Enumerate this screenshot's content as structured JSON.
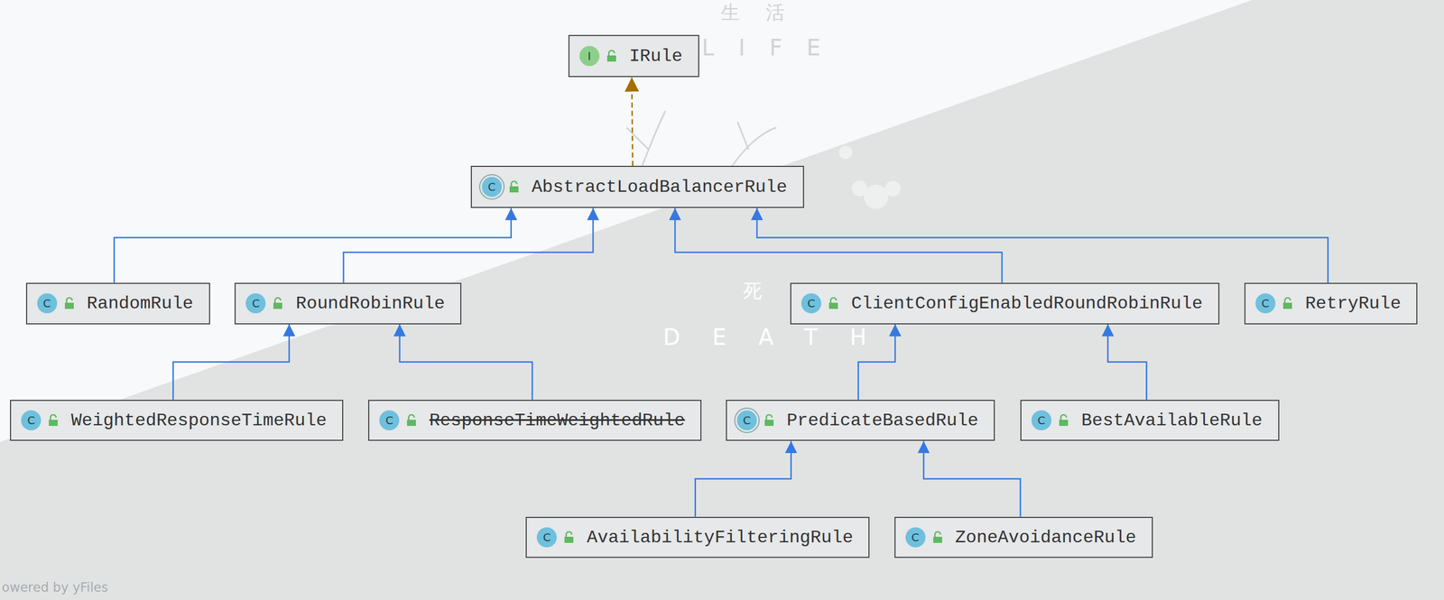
{
  "diagram": {
    "nodes": [
      {
        "text": [
          "I",
          "IRule"
        ]
      },
      {
        "text": [
          "C",
          "AbstractLoadBalancerRule"
        ]
      },
      {
        "text": [
          "C",
          "RandomRule"
        ]
      },
      {
        "text": [
          "C",
          "RoundRobinRule"
        ]
      },
      {
        "text": [
          "C",
          "ClientConfigEnabledRoundRobinRule"
        ]
      },
      {
        "text": [
          "C",
          "RetryRule"
        ]
      },
      {
        "text": [
          "C",
          "WeightedResponseTimeRule"
        ]
      },
      {
        "text": [
          "C",
          "ResponseTimeWeightedRule"
        ]
      },
      {
        "text": [
          "C",
          "PredicateBasedRule"
        ]
      },
      {
        "text": [
          "C",
          "BestAvailableRule"
        ]
      },
      {
        "text": [
          "C",
          "AvailabilityFilteringRule"
        ]
      },
      {
        "text": [
          "C",
          "ZoneAvoidanceRule"
        ]
      }
    ],
    "edges": [
      {
        "from": 1,
        "to": 0,
        "arrow": "to"
      },
      {
        "from": 2,
        "to": 1,
        "arrow": "to"
      },
      {
        "from": 3,
        "to": 1,
        "arrow": "to"
      },
      {
        "from": 4,
        "to": 1,
        "arrow": "to"
      },
      {
        "from": 5,
        "to": 1,
        "arrow": "to"
      },
      {
        "from": 6,
        "to": 3,
        "arrow": "to"
      },
      {
        "from": 7,
        "to": 3,
        "arrow": "to"
      },
      {
        "from": 8,
        "to": 4,
        "arrow": "to"
      },
      {
        "from": 9,
        "to": 4,
        "arrow": "to"
      },
      {
        "from": 10,
        "to": 8,
        "arrow": "to"
      },
      {
        "from": 11,
        "to": 8,
        "arrow": "to"
      }
    ],
    "labels": [
      "生 活",
      "LIFE",
      "死",
      "DEATH",
      "owered by yFiles"
    ]
  }
}
